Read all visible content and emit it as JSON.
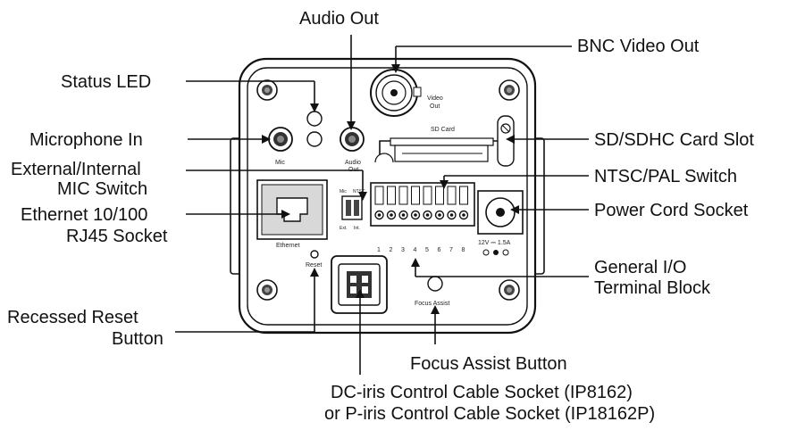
{
  "callouts": {
    "audio_out": "Audio Out",
    "status_led": "Status LED",
    "microphone_in": "Microphone In",
    "mic_switch_line1": "External/Internal",
    "mic_switch_line2": "MIC Switch",
    "ethernet_line1": "Ethernet 10/100",
    "ethernet_line2": "RJ45 Socket",
    "reset_line1": "Recessed Reset",
    "reset_line2": "Button",
    "bnc_video_out": "BNC Video Out",
    "sd_card_slot": "SD/SDHC Card Slot",
    "ntsc_pal_switch": "NTSC/PAL Switch",
    "power_cord_socket": "Power Cord Socket",
    "gio_line1": "General I/O",
    "gio_line2": "Terminal Block",
    "focus_assist_button": "Focus Assist Button",
    "iris_line1": "DC-iris Control Cable Socket (IP8162)",
    "iris_line2": "or P-iris Control Cable Socket (IP18162P)"
  },
  "panel_labels": {
    "video_out_1": "Video",
    "video_out_2": "Out",
    "sd_card": "SD Card",
    "mic": "Mic",
    "audio_out_1": "Audio",
    "audio_out_2": "Out",
    "ethernet": "Ethernet",
    "reset": "Reset",
    "focus_assist": "Focus Assist",
    "terminal_numbers": [
      "1",
      "2",
      "3",
      "4",
      "5",
      "6",
      "7",
      "8"
    ],
    "power_rating": "12V ⎓ 1.5A",
    "mic_switch_top_left": "Mic",
    "mic_switch_top_right": "NTSC",
    "mic_switch_bottom_left": "Ext.",
    "mic_switch_bottom_right": "Int."
  }
}
